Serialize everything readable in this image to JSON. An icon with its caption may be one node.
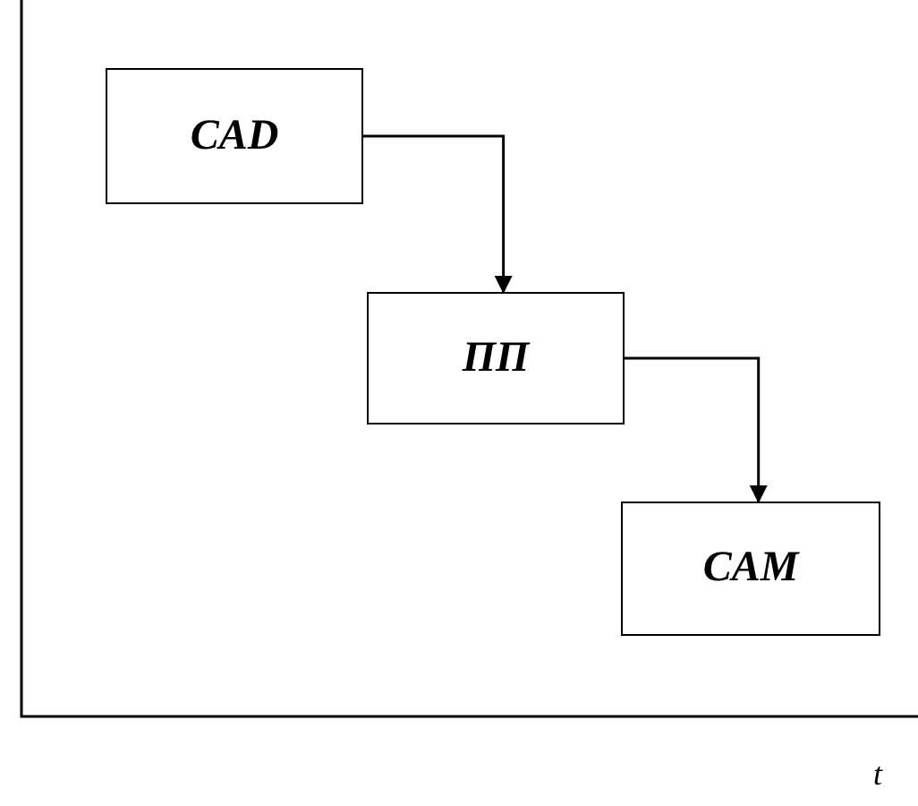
{
  "diagram": {
    "nodes": [
      {
        "text": [
          "CAD"
        ]
      },
      {
        "text": [
          "ПП"
        ]
      },
      {
        "text": [
          "CAM"
        ]
      }
    ],
    "edges": [
      {
        "from": 0,
        "to": 1,
        "arrow": "to"
      },
      {
        "from": 1,
        "to": 2,
        "arrow": "to"
      }
    ],
    "labels": [
      "t"
    ]
  }
}
